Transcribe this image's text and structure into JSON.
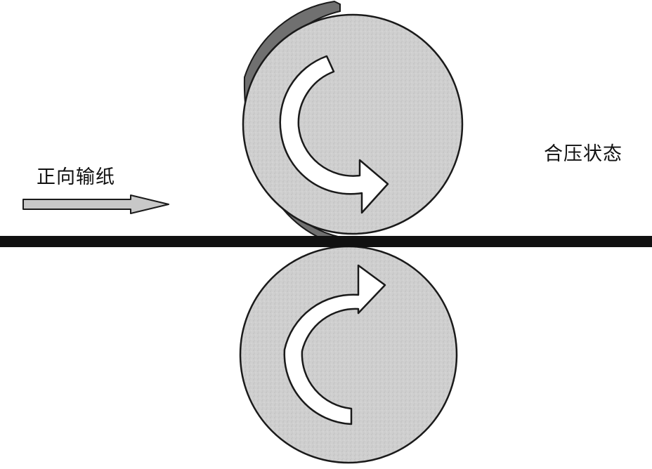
{
  "labels": {
    "feed": "正向输纸",
    "state": "合压状态"
  },
  "colors": {
    "background": "#ffffff",
    "roller_fill": "#cfcfcf",
    "roller_stroke": "#1a1a1a",
    "blanket": "#707070",
    "paper": "#111111",
    "rotation_arrow": "#ffffff",
    "feed_arrow": "#c8c8c8"
  },
  "icons": {
    "top_roller_rotation": "clockwise-curved-arrow",
    "bottom_roller_rotation": "counterclockwise-curved-arrow",
    "feed_direction": "right-arrow"
  }
}
